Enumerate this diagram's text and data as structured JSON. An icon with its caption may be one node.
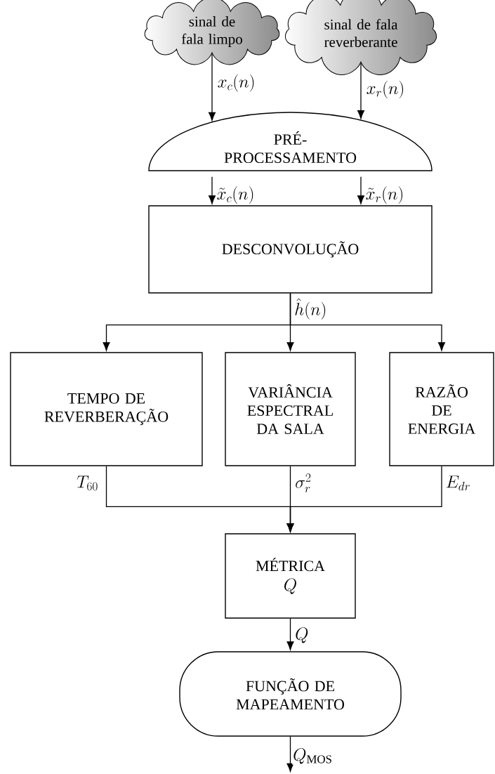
{
  "diagram": {
    "nodes": [
      {
        "text": [
          "sinal de fala limpo"
        ]
      },
      {
        "text": [
          "sinal de fala reverberante"
        ]
      },
      {
        "text": [
          "PRÉ-PROCESSAMENTO"
        ]
      },
      {
        "text": [
          "DESCONVOLUÇÃO"
        ]
      },
      {
        "text": [
          "TEMPO DE REVERBERAÇÃO"
        ]
      },
      {
        "text": [
          "VARIÂNCIA ESPECTRAL DA SALA"
        ]
      },
      {
        "text": [
          "RAZÃO DE ENERGIA"
        ]
      },
      {
        "text": [
          "MÉTRICA",
          "Q"
        ]
      },
      {
        "text": [
          "FUNÇÃO DE MAPEAMENTO"
        ]
      }
    ],
    "edges": [
      {
        "from": 0,
        "to": 2,
        "arrow": "to",
        "label": "x_c(n)"
      },
      {
        "from": 1,
        "to": 2,
        "arrow": "to",
        "label": "x_r(n)"
      },
      {
        "from": 2,
        "to": 3,
        "arrow": "to",
        "label": "\\tilde{x}_c(n)"
      },
      {
        "from": 2,
        "to": 3,
        "arrow": "to",
        "label": "\\tilde{x}_r(n)"
      },
      {
        "from": 3,
        "to": 4,
        "arrow": "to"
      },
      {
        "from": 3,
        "to": 5,
        "arrow": "to",
        "label": "\\hat{h}(n)"
      },
      {
        "from": 3,
        "to": 6,
        "arrow": "to"
      },
      {
        "from": 4,
        "to": 7,
        "arrow": "to",
        "label": "T_{60}"
      },
      {
        "from": 5,
        "to": 7,
        "arrow": "to",
        "label": "\\sigma_r^2"
      },
      {
        "from": 6,
        "to": 7,
        "arrow": "to",
        "label": "E_{dr}"
      },
      {
        "from": 7,
        "to": 8,
        "arrow": "to",
        "label": "Q"
      },
      {
        "from": 8,
        "to": null,
        "arrow": "to",
        "label": "Q_{\\mathrm{MOS}}"
      }
    ]
  }
}
